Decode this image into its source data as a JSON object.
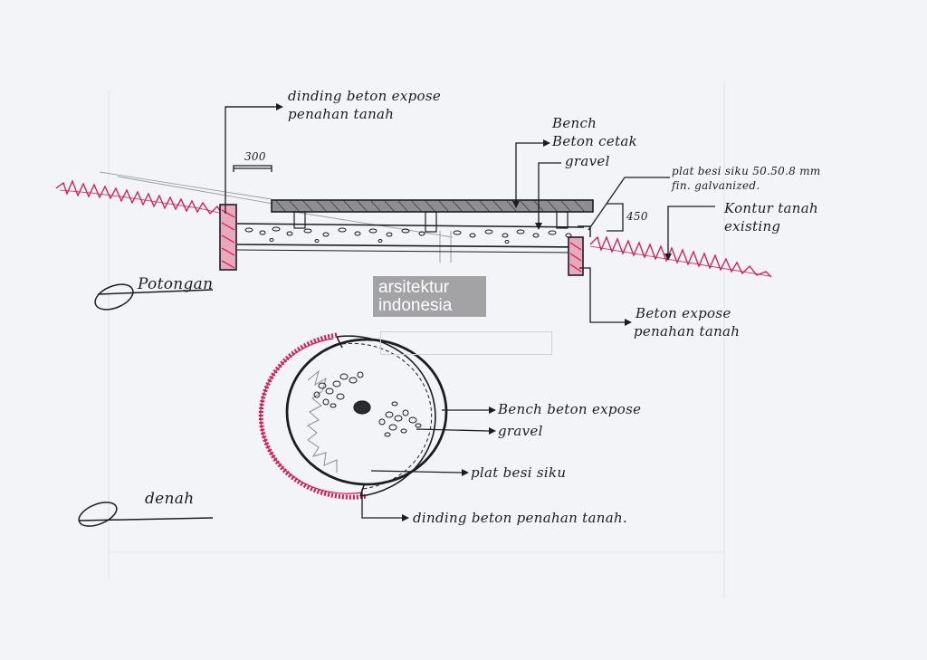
{
  "section": {
    "title": "Potongan",
    "labels": {
      "retaining_wall_top": "dinding beton expose",
      "retaining_wall_top_2": "penahan tanah",
      "dim_width": "300",
      "bench": "Bench",
      "bench_2": "Beton cetak",
      "gravel": "gravel",
      "plate": "plat besi siku 50.50.8 mm",
      "plate_2": "fin. galvanized.",
      "dim_height": "450",
      "contour": "Kontur tanah",
      "contour_2": "existing",
      "concrete_bottom": "Beton expose",
      "concrete_bottom_2": "penahan tanah"
    }
  },
  "plan": {
    "title": "denah",
    "labels": {
      "bench": "Bench beton expose",
      "gravel": "gravel",
      "plate": "plat besi siku",
      "wall": "dinding beton penahan tanah."
    }
  },
  "watermark": {
    "line1": "arsitektur",
    "line2": "indonesia"
  },
  "colors": {
    "ink": "#1c1c22",
    "red": "#d8174f",
    "grey": "#a3a3a6"
  }
}
